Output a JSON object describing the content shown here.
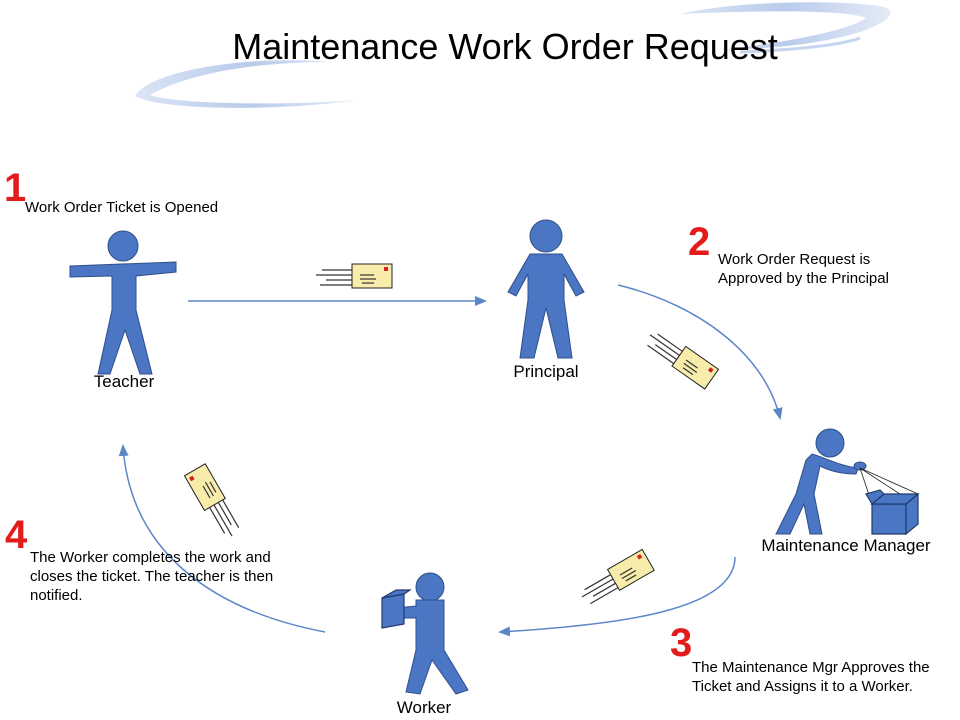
{
  "title": "Maintenance Work Order Request",
  "colors": {
    "figure": "#4a76c4",
    "figure_stroke": "#2f4f8a",
    "arrow": "#5b86c8",
    "step_number": "#e41b1b",
    "envelope_fill": "#f7ecaa",
    "swoosh": "#c3d3ee"
  },
  "actors": {
    "teacher": "Teacher",
    "principal": "Principal",
    "manager": "Maintenance Manager",
    "worker": "Worker"
  },
  "steps": [
    {
      "number": "1",
      "lines": [
        "Work Order Ticket is Opened"
      ]
    },
    {
      "number": "2",
      "lines": [
        "Work Order Request is",
        "Approved by the Principal"
      ]
    },
    {
      "number": "3",
      "lines": [
        "The Maintenance Mgr Approves the",
        "Ticket and Assigns it to a Worker."
      ]
    },
    {
      "number": "4",
      "lines": [
        "The Worker completes the work and",
        "closes the ticket.  The teacher  is then",
        "notified."
      ]
    }
  ],
  "icons": {
    "teacher": "person-arms-out-icon",
    "principal": "person-standing-icon",
    "manager": "person-with-box-icon",
    "worker": "person-carrying-box-icon",
    "message": "flying-envelope-icon"
  }
}
